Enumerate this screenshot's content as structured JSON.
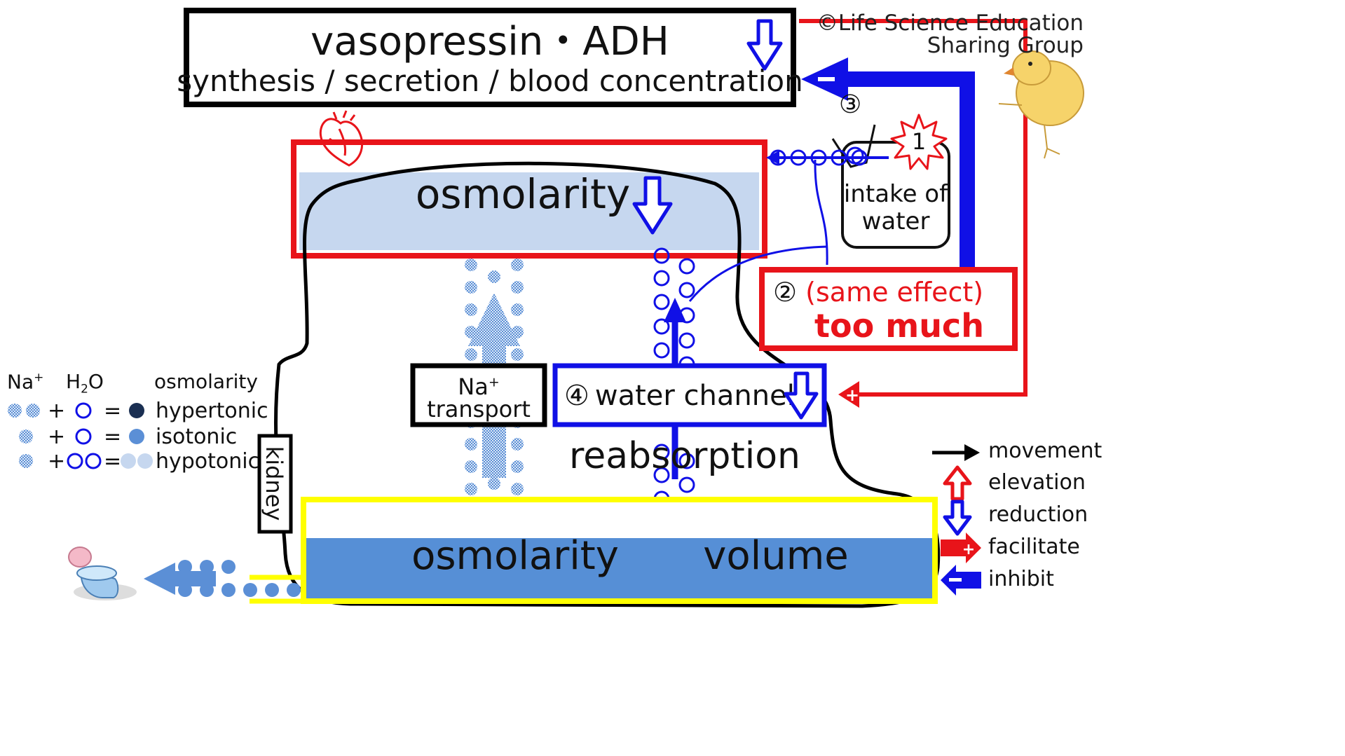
{
  "credit": {
    "line1": "©Life Science Education",
    "line2": "Sharing Group"
  },
  "hormone_box": {
    "title": "vasopressin・ADH",
    "subtitle": "synthesis / secretion / blood concentration",
    "border_color": "#000000"
  },
  "step3": {
    "marker": "③"
  },
  "step1": {
    "marker": "1",
    "label_line1": "intake of",
    "label_line2": "water"
  },
  "step2": {
    "marker": "②",
    "note": "(same effect)",
    "title": "too much",
    "color": "#e8141a"
  },
  "blood": {
    "label": "osmolarity",
    "fill_color": "#c6d7ef",
    "border_color": "#e8141a"
  },
  "kidney": {
    "label": "kidney"
  },
  "na_transport": {
    "line1": "Na",
    "sup": "+",
    "line2": "transport"
  },
  "water_channel": {
    "marker": "④",
    "label": "water channel",
    "border_color": "#1010e6"
  },
  "reabsorption": {
    "label": "reabsorption"
  },
  "urine": {
    "osmolarity_label": "osmolarity",
    "volume_label": "volume",
    "fill_color": "#568fd6",
    "border_color": "#ffff00"
  },
  "composition_legend": {
    "header_na": "Na",
    "header_na_sup": "+",
    "header_h2o_a": "H",
    "header_h2o_sub": "2",
    "header_h2o_b": "O",
    "header_osm": "osmolarity",
    "plus": "+",
    "equals": "=",
    "rows": [
      {
        "label": "hypertonic",
        "result_color": "#1a2f52"
      },
      {
        "label": "isotonic",
        "result_color": "#5b8fd6"
      },
      {
        "label": "hypotonic",
        "result_color": "#c6d7ef"
      }
    ]
  },
  "arrow_legend": {
    "items": [
      {
        "label": "movement",
        "icon": "black-arrow-icon"
      },
      {
        "label": "elevation",
        "icon": "hollow-up-arrow-icon",
        "color": "#e8141a"
      },
      {
        "label": "reduction",
        "icon": "hollow-down-arrow-icon",
        "color": "#1010e6"
      },
      {
        "label": "facilitate",
        "icon": "plus-arrow-icon",
        "color": "#e8141a"
      },
      {
        "label": "inhibit",
        "icon": "minus-arrow-icon",
        "color": "#1010e6"
      }
    ]
  },
  "colors": {
    "red": "#e8141a",
    "blue": "#1010e6",
    "yellow": "#ffff00",
    "dot_blue": "#5b8fd6",
    "na_dot": "#6c9bd8"
  }
}
